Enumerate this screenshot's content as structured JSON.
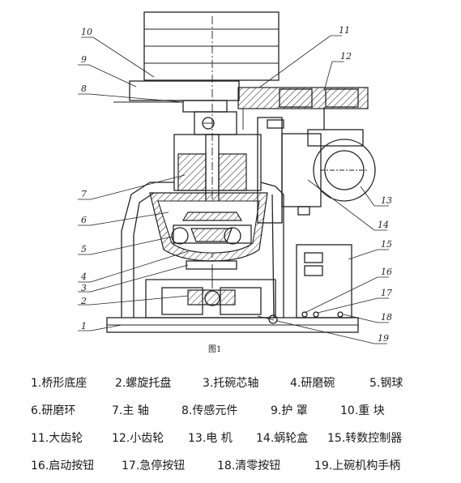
{
  "figure": {
    "caption": "图1",
    "part_numbers": [
      "1",
      "2",
      "3",
      "4",
      "5",
      "6",
      "7",
      "8",
      "9",
      "10",
      "11",
      "12",
      "13",
      "14",
      "15",
      "16",
      "17",
      "18",
      "19"
    ]
  },
  "legend": {
    "rows": [
      [
        "1.桥形底座",
        "2.螺旋托盘",
        "3.托碗芯轴",
        "4.研磨碗",
        "5.钢球"
      ],
      [
        "6.研磨环",
        "7.主 轴",
        "8.传感元件",
        "9.护 罩",
        "10.重 块"
      ],
      [
        "11.大齿轮",
        "12.小齿轮",
        "13.电 机",
        "14.蜗轮盒",
        "15.转数控制器"
      ],
      [
        "16.启动按钮",
        "17.急停按钮",
        "18.清零按钮",
        "19.上碗机构手柄"
      ]
    ]
  }
}
